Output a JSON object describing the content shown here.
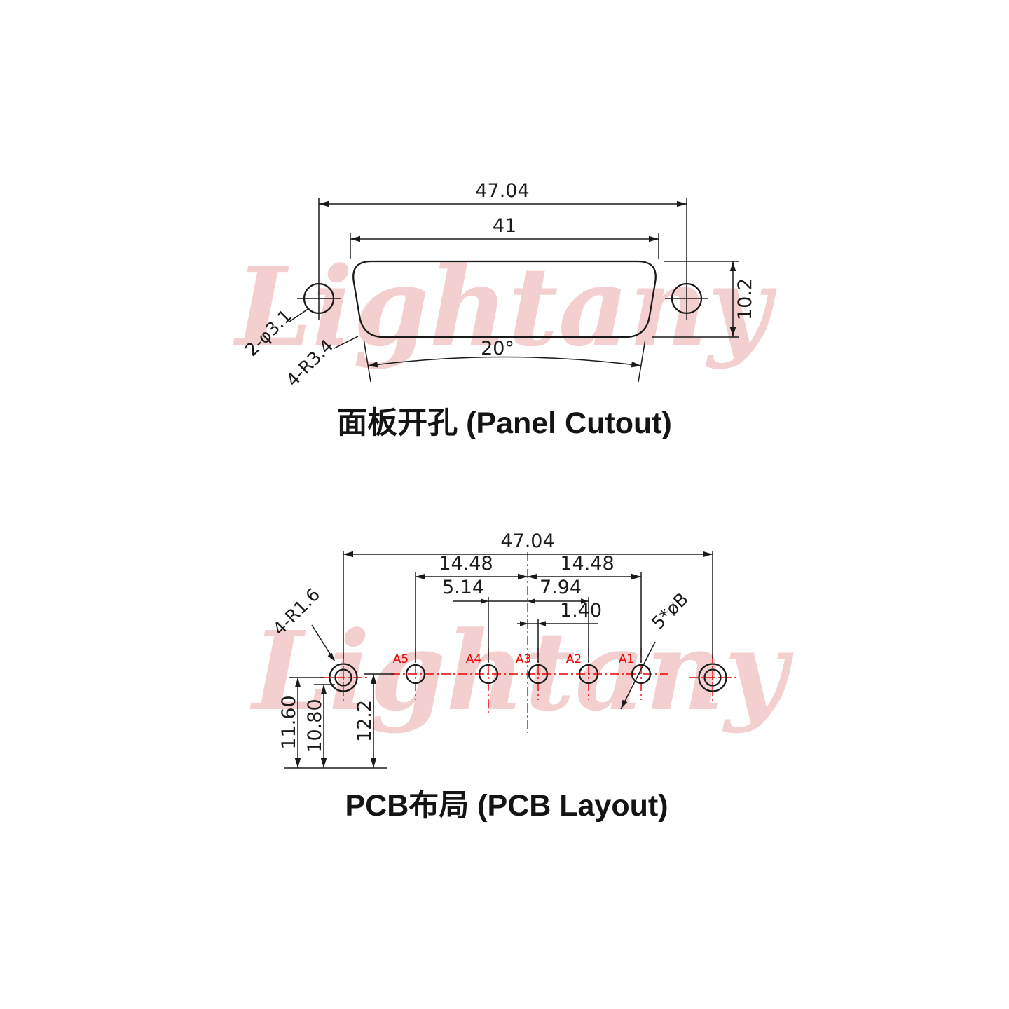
{
  "watermark": "Lightany",
  "colors": {
    "line": "#1a1a1a",
    "red": "#ee0000",
    "watermark_pink": "#f3cfcf"
  },
  "panel": {
    "title": "面板开孔 (Panel Cutout)",
    "dim_overall": "47.04",
    "dim_inner": "41",
    "dim_height": "10.2",
    "angle": "20°",
    "label_holes": "2-φ3.1",
    "label_corner": "4-R3.4"
  },
  "pcb": {
    "title": "PCB布局 (PCB Layout)",
    "dim_overall": "47.04",
    "dim_left_half": "14.48",
    "dim_right_half": "14.48",
    "dim_a4_offset": "5.14",
    "dim_a2_offset": "7.94",
    "dim_a3_offset": "1.40",
    "dim_v_outer": "11.60",
    "dim_v_mid": "10.80",
    "dim_v_inner": "12.2",
    "label_corner": "4-R1.6",
    "label_pin_dia": "5*øB",
    "pins": [
      "A5",
      "A4",
      "A3",
      "A2",
      "A1"
    ]
  }
}
